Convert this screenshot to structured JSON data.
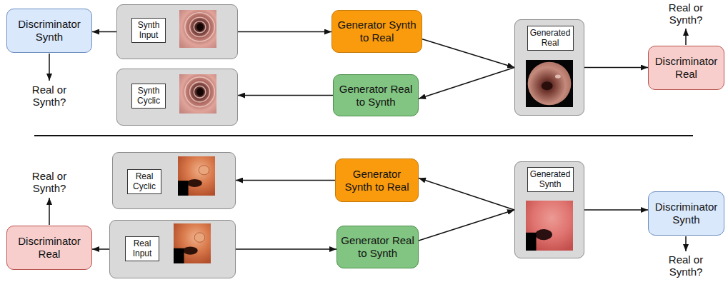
{
  "diagram": {
    "nodes": [
      {
        "text": [
          "Discriminator Synth"
        ]
      },
      {
        "text": []
      },
      {
        "text": [
          "Synth Input"
        ],
        "in": 1
      },
      {
        "text": [
          "Generator Synth to Real"
        ]
      },
      {
        "text": []
      },
      {
        "text": [
          "Generated Real"
        ],
        "in": 4
      },
      {
        "text": [
          "Discriminator Real"
        ]
      },
      {
        "text": []
      },
      {
        "text": [
          "Synth Cyclic"
        ],
        "in": 7
      },
      {
        "text": [
          "Generator Real to Synth"
        ]
      },
      {
        "text": []
      },
      {
        "text": [
          "Real Cyclic"
        ],
        "in": 10
      },
      {
        "text": [
          "Generator Synth to Real"
        ]
      },
      {
        "text": []
      },
      {
        "text": [
          "Generated Synth"
        ],
        "in": 13
      },
      {
        "text": [
          "Discriminator Synth"
        ]
      },
      {
        "text": [
          "Discriminator Real"
        ]
      },
      {
        "text": []
      },
      {
        "text": [
          "Real Input"
        ],
        "in": 17
      },
      {
        "text": [
          "Generator Real to Synth"
        ]
      }
    ],
    "edges": [
      {
        "from": 1,
        "to": 0,
        "arrow": "to"
      },
      {
        "from": 1,
        "to": 3,
        "arrow": "to"
      },
      {
        "from": 3,
        "to": 4,
        "arrow": "to"
      },
      {
        "from": 4,
        "to": 9,
        "arrow": "to"
      },
      {
        "from": 9,
        "to": 7,
        "arrow": "to"
      },
      {
        "from": 4,
        "to": 6,
        "arrow": "to"
      },
      {
        "from": 17,
        "to": 16,
        "arrow": "to"
      },
      {
        "from": 17,
        "to": 19,
        "arrow": "to"
      },
      {
        "from": 19,
        "to": 13,
        "arrow": "to"
      },
      {
        "from": 13,
        "to": 12,
        "arrow": "to"
      },
      {
        "from": 12,
        "to": 10,
        "arrow": "to"
      },
      {
        "from": 13,
        "to": 15,
        "arrow": "to"
      }
    ],
    "labels": [
      "Real or Synth?",
      "Real or Synth?",
      "Real or Synth?",
      "Real or Synth?"
    ]
  }
}
